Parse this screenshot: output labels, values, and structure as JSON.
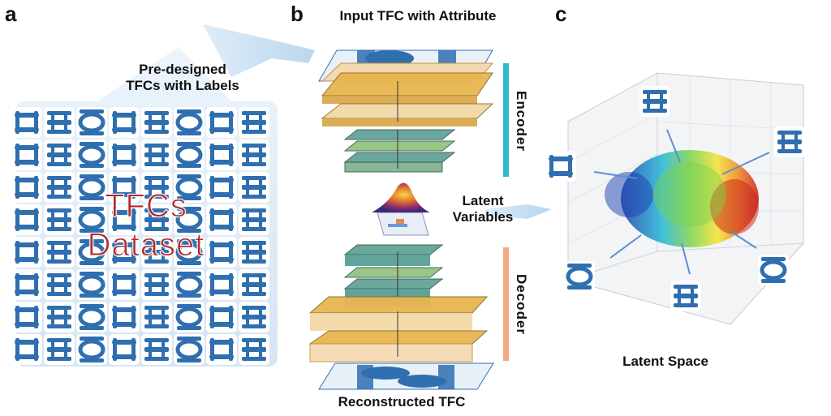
{
  "panels": {
    "a": "a",
    "b": "b",
    "c": "c"
  },
  "panel_a": {
    "title_line1": "Pre-designed",
    "title_line2": "TFCs with Labels",
    "overlay_line1": "TFCs",
    "overlay_line2": "Dataset"
  },
  "panel_b": {
    "input_title": "Input TFC with Attribute",
    "encoder_label": "Encoder",
    "decoder_label": "Decoder",
    "latent_line1": "Latent",
    "latent_line2": "Variables",
    "output_title": "Reconstructed TFC"
  },
  "panel_c": {
    "title": "Latent Space"
  },
  "colors": {
    "tfc_blue": "#2f6fb0",
    "encoder_bar": "#2bbcc7",
    "decoder_bar": "#f1a883",
    "layer_gold": "#e8b650",
    "layer_teal": "#4f9a8f",
    "overlay_red": "#b02a2a",
    "dataset_bg": "#dcebf7"
  }
}
